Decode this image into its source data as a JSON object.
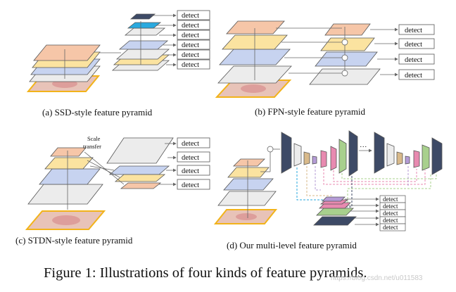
{
  "panels": {
    "a": {
      "caption": "(a) SSD-style feature pyramid",
      "detect_label": "detect"
    },
    "b": {
      "caption": "(b) FPN-style feature pyramid",
      "detect_label": "detect"
    },
    "c": {
      "caption": "(c) STDN-style feature pyramid",
      "detect_label": "detect",
      "note_line1": "Scale",
      "note_line2": "transfer"
    },
    "d": {
      "caption": "(d) Our multi-level feature pyramid",
      "detect_label": "detect",
      "ellipsis": "···"
    }
  },
  "figure_caption": "Figure 1: Illustrations of four kinds of feature pyramids.",
  "watermark": "https://blog.csdn.net/u011583",
  "colors": {
    "salmon": "#f6c6a8",
    "yellow": "#fbe3a0",
    "blue": "#c7d3f0",
    "light": "#ececec",
    "navy": "#3d4a66",
    "cyan": "#29a9df",
    "green": "#a8d08d",
    "tan": "#d8b98a",
    "pink": "#e88ab0",
    "purple": "#b49bd6",
    "photo": "#e8c3b8",
    "photo_border": "#f2b31a"
  }
}
